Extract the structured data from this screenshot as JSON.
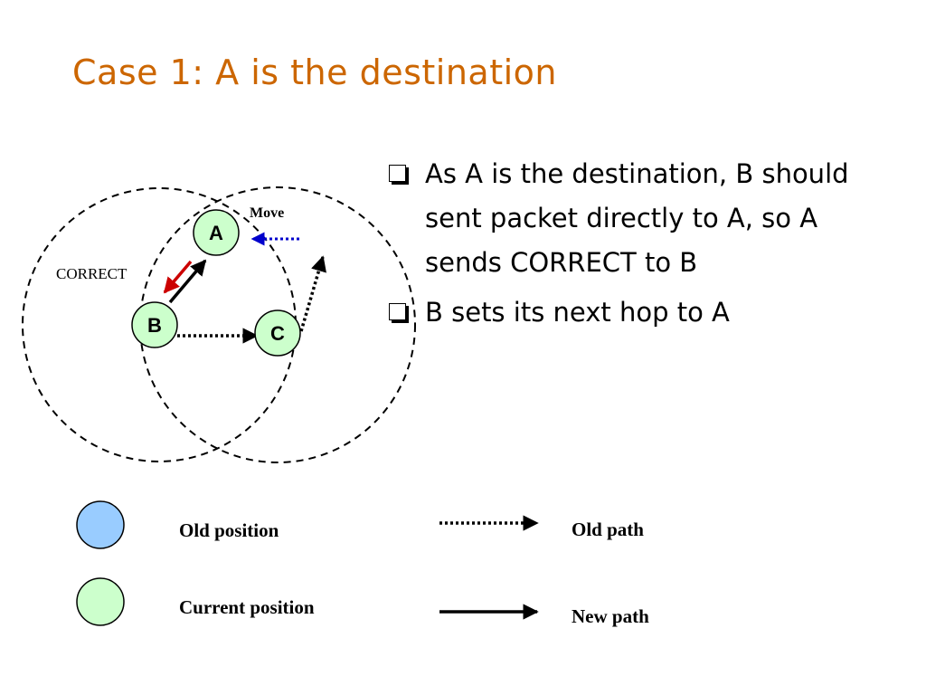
{
  "slide": {
    "title": "Case 1: A is the destination"
  },
  "bullets": [
    {
      "text": "As A is the destination, B should sent packet directly to A, so A sends CORRECT to B"
    },
    {
      "text": "B sets its next hop to A"
    }
  ],
  "diagram": {
    "nodes": {
      "a": "A",
      "b": "B",
      "c": "C"
    },
    "labels": {
      "move": "Move",
      "correct": "CORRECT"
    }
  },
  "legend": {
    "old_position": "Old position",
    "current_position": "Current position",
    "old_path": "Old path",
    "new_path": "New path"
  },
  "colors": {
    "title": "#cc6600",
    "current_position_fill": "#ccffcc",
    "old_position_fill": "#99ccff",
    "correct_arrow": "#cc0000",
    "move_arrow": "#0000cc"
  }
}
